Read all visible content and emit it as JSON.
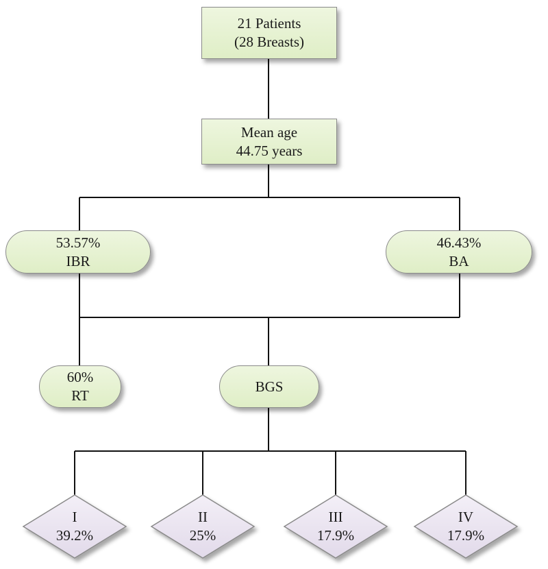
{
  "root": {
    "line1": "21 Patients",
    "line2": "(28 Breasts)"
  },
  "age": {
    "line1": "Mean age",
    "line2": "44.75 years"
  },
  "ibr": {
    "line1": "53.57%",
    "line2": "IBR"
  },
  "ba": {
    "line1": "46.43%",
    "line2": "BA"
  },
  "rt": {
    "line1": "60%",
    "line2": "RT"
  },
  "bgs": {
    "line1": "BGS"
  },
  "grades": [
    {
      "grade": "I",
      "percent": "39.2%"
    },
    {
      "grade": "II",
      "percent": "25%"
    },
    {
      "grade": "III",
      "percent": "17.9%"
    },
    {
      "grade": "IV",
      "percent": "17.9%"
    }
  ],
  "colors": {
    "box_fill": "#e6f1d3",
    "diamond_fill": "#ece6f2",
    "border": "#8a8a8a",
    "connector": "#111111"
  }
}
